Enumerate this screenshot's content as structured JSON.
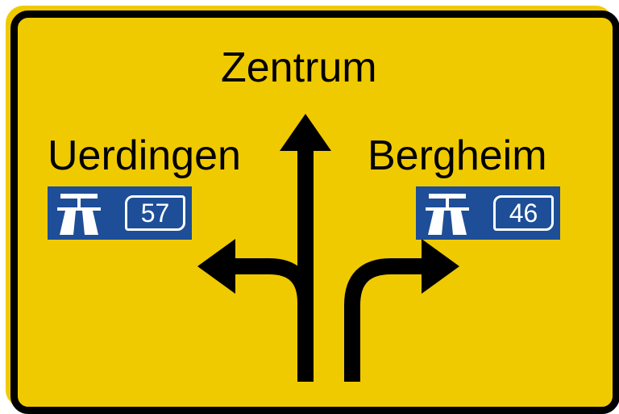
{
  "sign": {
    "colors": {
      "background": "#f0ca00",
      "border": "#000000",
      "shield": "#1d4e97",
      "text": "#000000"
    },
    "destinations": {
      "straight": "Zentrum",
      "left": "Uerdingen",
      "right": "Bergheim"
    },
    "routes": {
      "left": {
        "icon": "motorway-icon",
        "number": "57"
      },
      "right": {
        "icon": "motorway-icon",
        "number": "46"
      }
    }
  }
}
